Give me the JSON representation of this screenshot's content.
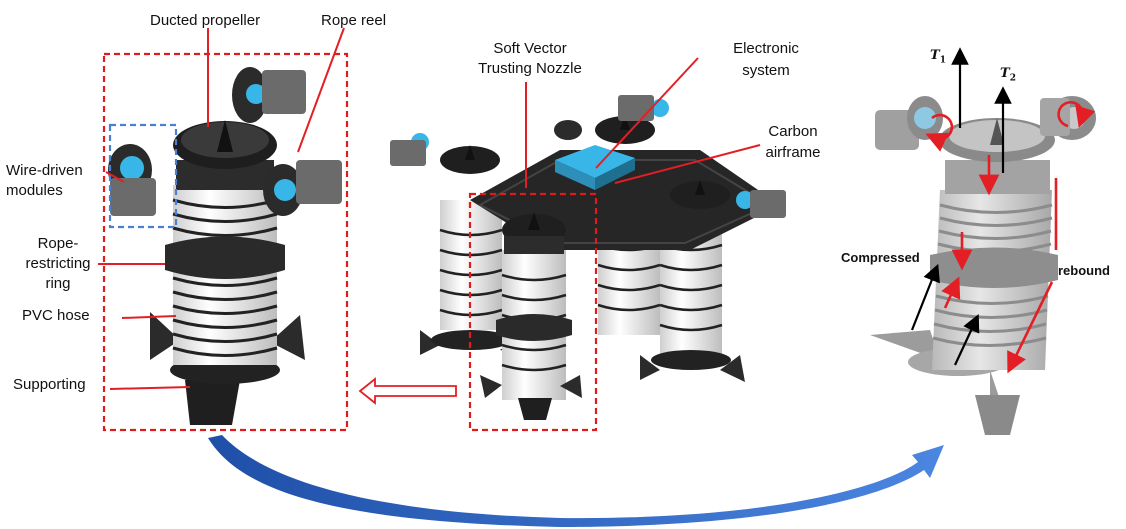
{
  "left_panel": {
    "labels": {
      "ducted_propeller": "Ducted propeller",
      "rope_reel": "Rope reel",
      "wire_driven_l1": "Wire-driven",
      "wire_driven_l2": "modules",
      "rope_restricting_l1": "Rope-",
      "rope_restricting_l2": "restricting",
      "rope_restricting_l3": "ring",
      "pvc_hose": "PVC hose",
      "supporting": "Supporting"
    }
  },
  "middle_panel": {
    "labels": {
      "nozzle_l1": "Soft Vector",
      "nozzle_l2": "Trusting Nozzle",
      "electronic_l1": "Electronic",
      "electronic_l2": "system",
      "carbon_l1": "Carbon",
      "carbon_l2": "airframe"
    }
  },
  "right_panel": {
    "labels": {
      "t1_sym": "T",
      "t1_sub": "1",
      "t2_sym": "T",
      "t2_sub": "2",
      "compressed": "Compressed",
      "rebound": "rebound"
    }
  },
  "colors": {
    "callout_red": "#e31e24",
    "dashed_red": "#e01b1b",
    "dashed_blue": "#4a7fd4",
    "curve_blue": "#3a6fd0",
    "black": "#000000",
    "tube_white": "#f4f4f4",
    "dark_part": "#2a2a2a",
    "accent_cyan": "#38b6e8"
  },
  "icons": [
    "drone-module-render",
    "drone-assembly-render",
    "module-force-render",
    "hollow-arrow-left-icon",
    "curved-arrow-icon"
  ]
}
